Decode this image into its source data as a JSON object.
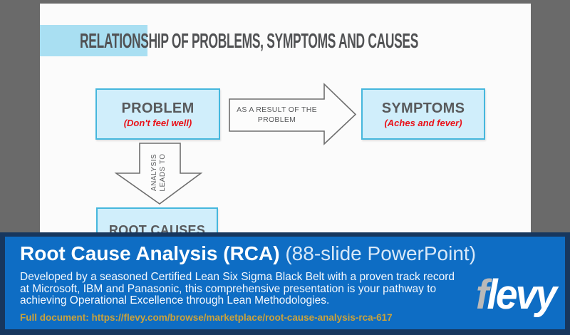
{
  "slide": {
    "title": "RELATIONSHIP OF PROBLEMS, SYMPTOMS AND CAUSES",
    "problem_box": {
      "label": "PROBLEM",
      "sublabel": "(Don't feel well)"
    },
    "symptoms_box": {
      "label": "SYMPTOMS",
      "sublabel": "(Aches and fever)"
    },
    "root_causes_box": {
      "label": "ROOT CAUSES"
    },
    "arrow_right": {
      "line1": "AS A RESULT OF THE",
      "line2": "PROBLEM"
    },
    "arrow_down": {
      "line1": "ANALYSIS",
      "line2": "LEADS TO"
    }
  },
  "banner": {
    "title": "Root Cause Analysis (RCA)",
    "subtitle": "(88-slide PowerPoint)",
    "description_lines": [
      "Developed by a seasoned Certified Lean Six Sigma Black Belt with a proven track record",
      "at Microsoft, IBM and Panasonic, this comprehensive presentation is your pathway to",
      "achieving Operational Excellence through Lean Methodologies."
    ],
    "full_document": "Full document: https://flevy.com/browse/marketplace/root-cause-analysis-rca-617",
    "logo": {
      "first_letter": "f",
      "rest": "levy"
    }
  },
  "colors": {
    "background_gray": "#6a6a6a",
    "slide_white": "#fbfbfb",
    "title_highlight": "#a9dff2",
    "box_fill": "#d0eefb",
    "box_border": "#45b7dd",
    "box_text": "#58595b",
    "red_accent": "#e91219",
    "arrow_outline": "#6e6e6e",
    "banner_navy": "#17375e",
    "banner_blue": "#0e6dc4",
    "link_gold": "#c9a23c",
    "logo_gray": "#b9b9b9"
  }
}
